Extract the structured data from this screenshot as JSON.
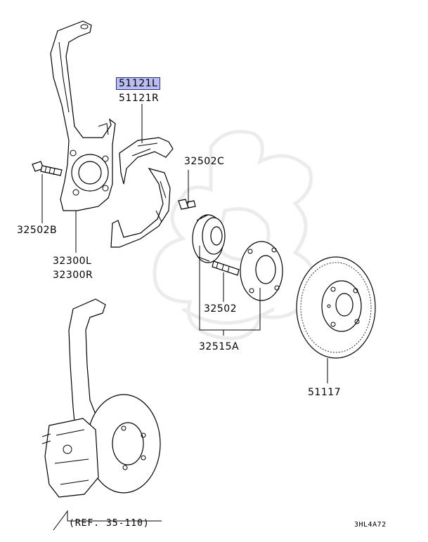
{
  "diagram": {
    "parts": [
      {
        "id": "51121L",
        "label": "51121L",
        "highlighted": true
      },
      {
        "id": "51121R",
        "label": "51121R",
        "highlighted": false
      },
      {
        "id": "32502C",
        "label": "32502C",
        "highlighted": false
      },
      {
        "id": "32502B",
        "label": "32502B",
        "highlighted": false
      },
      {
        "id": "32300L",
        "label": "32300L",
        "highlighted": false
      },
      {
        "id": "32300R",
        "label": "32300R",
        "highlighted": false
      },
      {
        "id": "32502",
        "label": "32502",
        "highlighted": false
      },
      {
        "id": "32515A",
        "label": "32515A",
        "highlighted": false
      },
      {
        "id": "51117",
        "label": "51117",
        "highlighted": false
      }
    ],
    "reference": "(REF. 35-110)",
    "diagram_code": "3HL4A72",
    "highlight_color": "#b9bdf0"
  }
}
